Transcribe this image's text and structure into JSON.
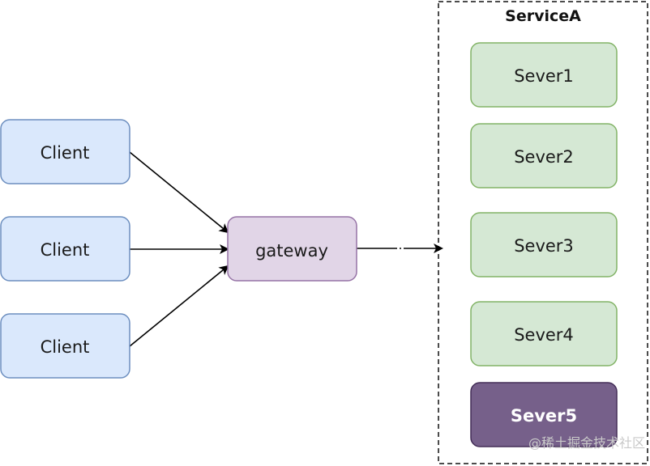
{
  "clients": [
    {
      "label": "Client"
    },
    {
      "label": "Client"
    },
    {
      "label": "Client"
    }
  ],
  "gateway": {
    "label": "gateway"
  },
  "service_group": {
    "title": "ServiceA",
    "servers": [
      {
        "label": "Sever1"
      },
      {
        "label": "Sever2"
      },
      {
        "label": "Sever3"
      },
      {
        "label": "Sever4"
      },
      {
        "label": "Sever5"
      }
    ]
  },
  "watermark": {
    "text": "@稀土掘金技术社区"
  },
  "colors": {
    "client_fill": "#dae8fc",
    "client_stroke": "#6c8ebf",
    "gateway_fill": "#e1d5e7",
    "gateway_stroke": "#9673a6",
    "server_fill": "#d5e8d4",
    "server_stroke": "#82b366",
    "highlight_fill": "#76608a",
    "highlight_stroke": "#432d57",
    "edge": "#000000"
  }
}
